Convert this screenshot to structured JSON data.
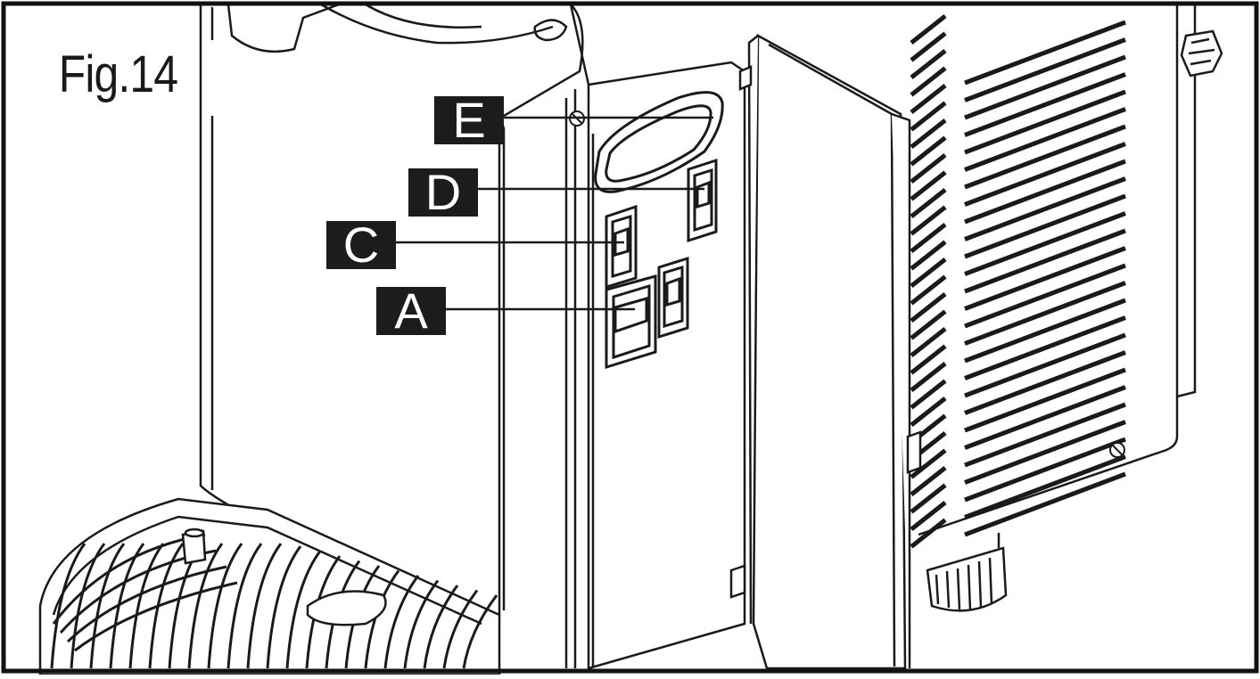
{
  "figure": {
    "title": "Fig.14"
  },
  "callouts": [
    {
      "id": "E",
      "label": "E"
    },
    {
      "id": "D",
      "label": "D"
    },
    {
      "id": "C",
      "label": "C"
    },
    {
      "id": "A",
      "label": "A"
    }
  ],
  "colors": {
    "line": "#1a1a1a",
    "callout_bg": "#1c1c1c",
    "callout_text": "#ffffff",
    "paper": "#ffffff"
  }
}
